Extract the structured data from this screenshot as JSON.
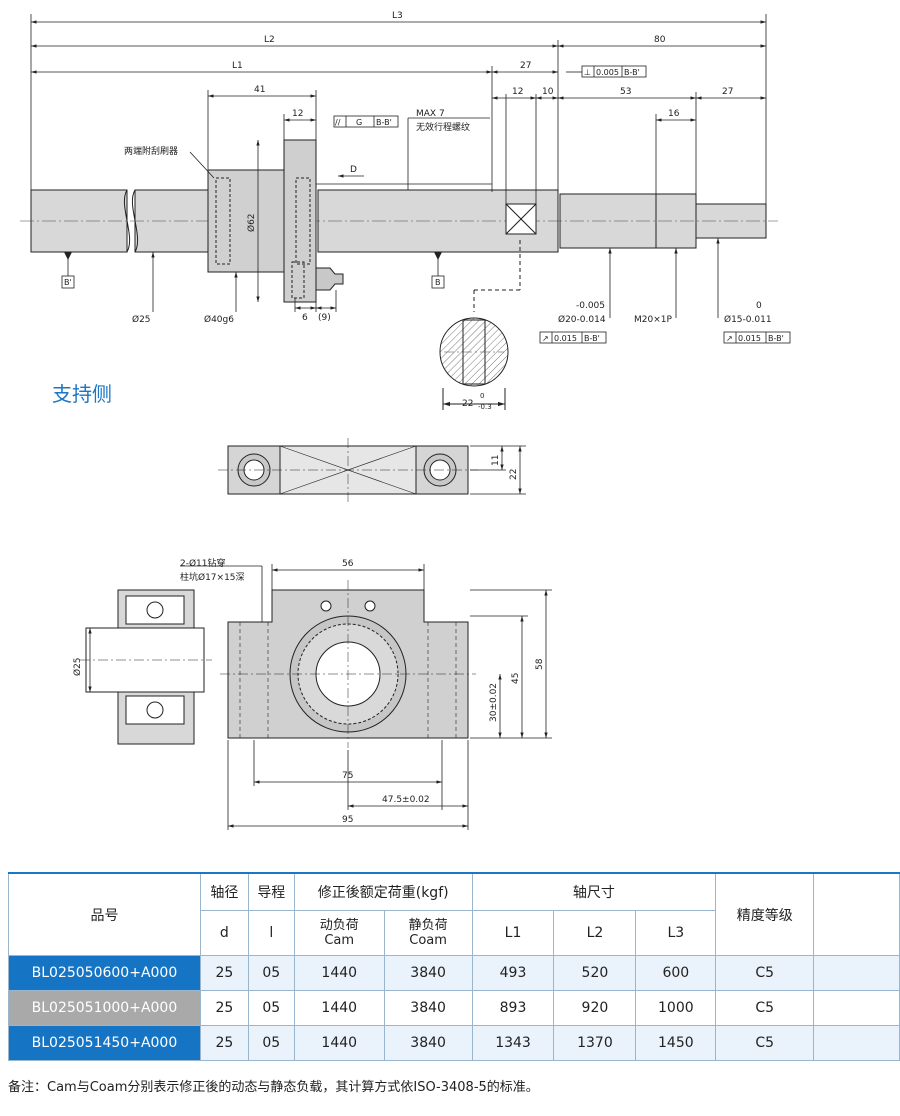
{
  "drawing": {
    "dimensions": {
      "L3": "L3",
      "L2": "L2",
      "L1": "L1",
      "d80": "80",
      "d27a": "27",
      "d41": "41",
      "d12a": "12",
      "d12b": "12",
      "d10": "10",
      "d53": "53",
      "d16": "16",
      "d27b": "27",
      "d62": "Ø62",
      "d25": "Ø25",
      "d40g6": "Ø40g6",
      "d6": "6",
      "d9": "(9)",
      "tol_upper": "-0.005",
      "d20": "Ø20-0.014",
      "m20": "M20×1P",
      "zero": "0",
      "d15": "Ø15-0.011",
      "d22": "22",
      "d22_tol_top": "0",
      "d22_tol_bot": "-0.3"
    },
    "tolerances": {
      "parallel_symbol": "//",
      "parallel_grade": "G",
      "parallel_datum": "B-B'",
      "perp_symbol": "⊥",
      "perp_value": "0.005",
      "perp_datum": "B-B'",
      "runout1_symbol": "↗",
      "runout1_value": "0.015",
      "runout1_datum": "B-B'",
      "runout2_symbol": "↗",
      "runout2_value": "0.015",
      "runout2_datum": "B-B'"
    },
    "labels": {
      "wiper": "两端附刮刷器",
      "max7": "MAX 7",
      "thread": "无效行程螺纹",
      "D": "D",
      "datum_b_prime": "B'",
      "datum_b": "B"
    },
    "support": {
      "d11": "11",
      "d22b": "22",
      "holes1": "2-Ø11钻穿",
      "holes2": "柱坑Ø17×15深",
      "d56": "56",
      "d58": "58",
      "d45": "45",
      "d30": "30±0.02",
      "d75": "75",
      "d47": "47.5±0.02",
      "d95": "95",
      "d25b": "Ø25"
    }
  },
  "section_title": "支持侧",
  "table": {
    "headers": {
      "model": "品号",
      "shaft_dia": "轴径",
      "lead": "导程",
      "load": "修正後额定荷重(kgf)",
      "shaft_size": "轴尺寸",
      "accuracy": "精度等级",
      "d": "d",
      "l": "l",
      "dyn1": "动负荷",
      "dyn2": "Cam",
      "stat1": "静负荷",
      "stat2": "Coam",
      "L1": "L1",
      "L2": "L2",
      "L3": "L3"
    },
    "rows": [
      {
        "model": "BL025050600+A000",
        "d": "25",
        "l": "05",
        "cam": "1440",
        "coam": "3840",
        "L1": "493",
        "L2": "520",
        "L3": "600",
        "grade": "C5"
      },
      {
        "model": "BL025051000+A000",
        "d": "25",
        "l": "05",
        "cam": "1440",
        "coam": "3840",
        "L1": "893",
        "L2": "920",
        "L3": "1000",
        "grade": "C5"
      },
      {
        "model": "BL025051450+A000",
        "d": "25",
        "l": "05",
        "cam": "1440",
        "coam": "3840",
        "L1": "1343",
        "L2": "1370",
        "L3": "1450",
        "grade": "C5"
      }
    ]
  },
  "note": "备注：Cam与Coam分别表示修正後的动态与静态负载，其计算方式依ISO-3408-5的标准。",
  "colors": {
    "accent": "#1a76c6",
    "model_blue": "#1674c4",
    "model_gray": "#a9a9a9"
  }
}
